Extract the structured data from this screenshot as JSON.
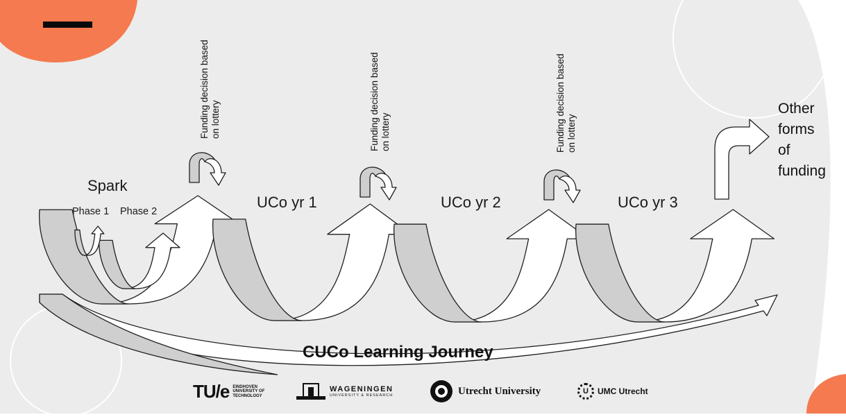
{
  "diagram": {
    "stages": [
      {
        "label": "Spark",
        "sub": [
          "Phase 1",
          "Phase 2"
        ]
      },
      {
        "label": "UCo yr 1"
      },
      {
        "label": "UCo yr 2"
      },
      {
        "label": "UCo yr 3"
      }
    ],
    "lottery_note": [
      "Funding decision based",
      "on lottery"
    ],
    "other_funding": [
      "Other",
      "forms",
      "of",
      "funding"
    ],
    "journey_title": "CUCo Learning Journey"
  },
  "logos": {
    "tue": {
      "mark": "TU/e",
      "text": [
        "EINDHOVEN",
        "UNIVERSITY OF",
        "TECHNOLOGY"
      ]
    },
    "wageningen": {
      "name": "WAGENINGEN",
      "sub": "UNIVERSITY & RESEARCH"
    },
    "utrecht": {
      "name": "Utrecht University"
    },
    "umc": {
      "letter": "U",
      "name": "UMC Utrecht"
    }
  },
  "colors": {
    "background_shape": "#ececec",
    "accent": "#f57a4f",
    "shaded": "#cfcfcf",
    "stroke": "#1f1f1f"
  }
}
